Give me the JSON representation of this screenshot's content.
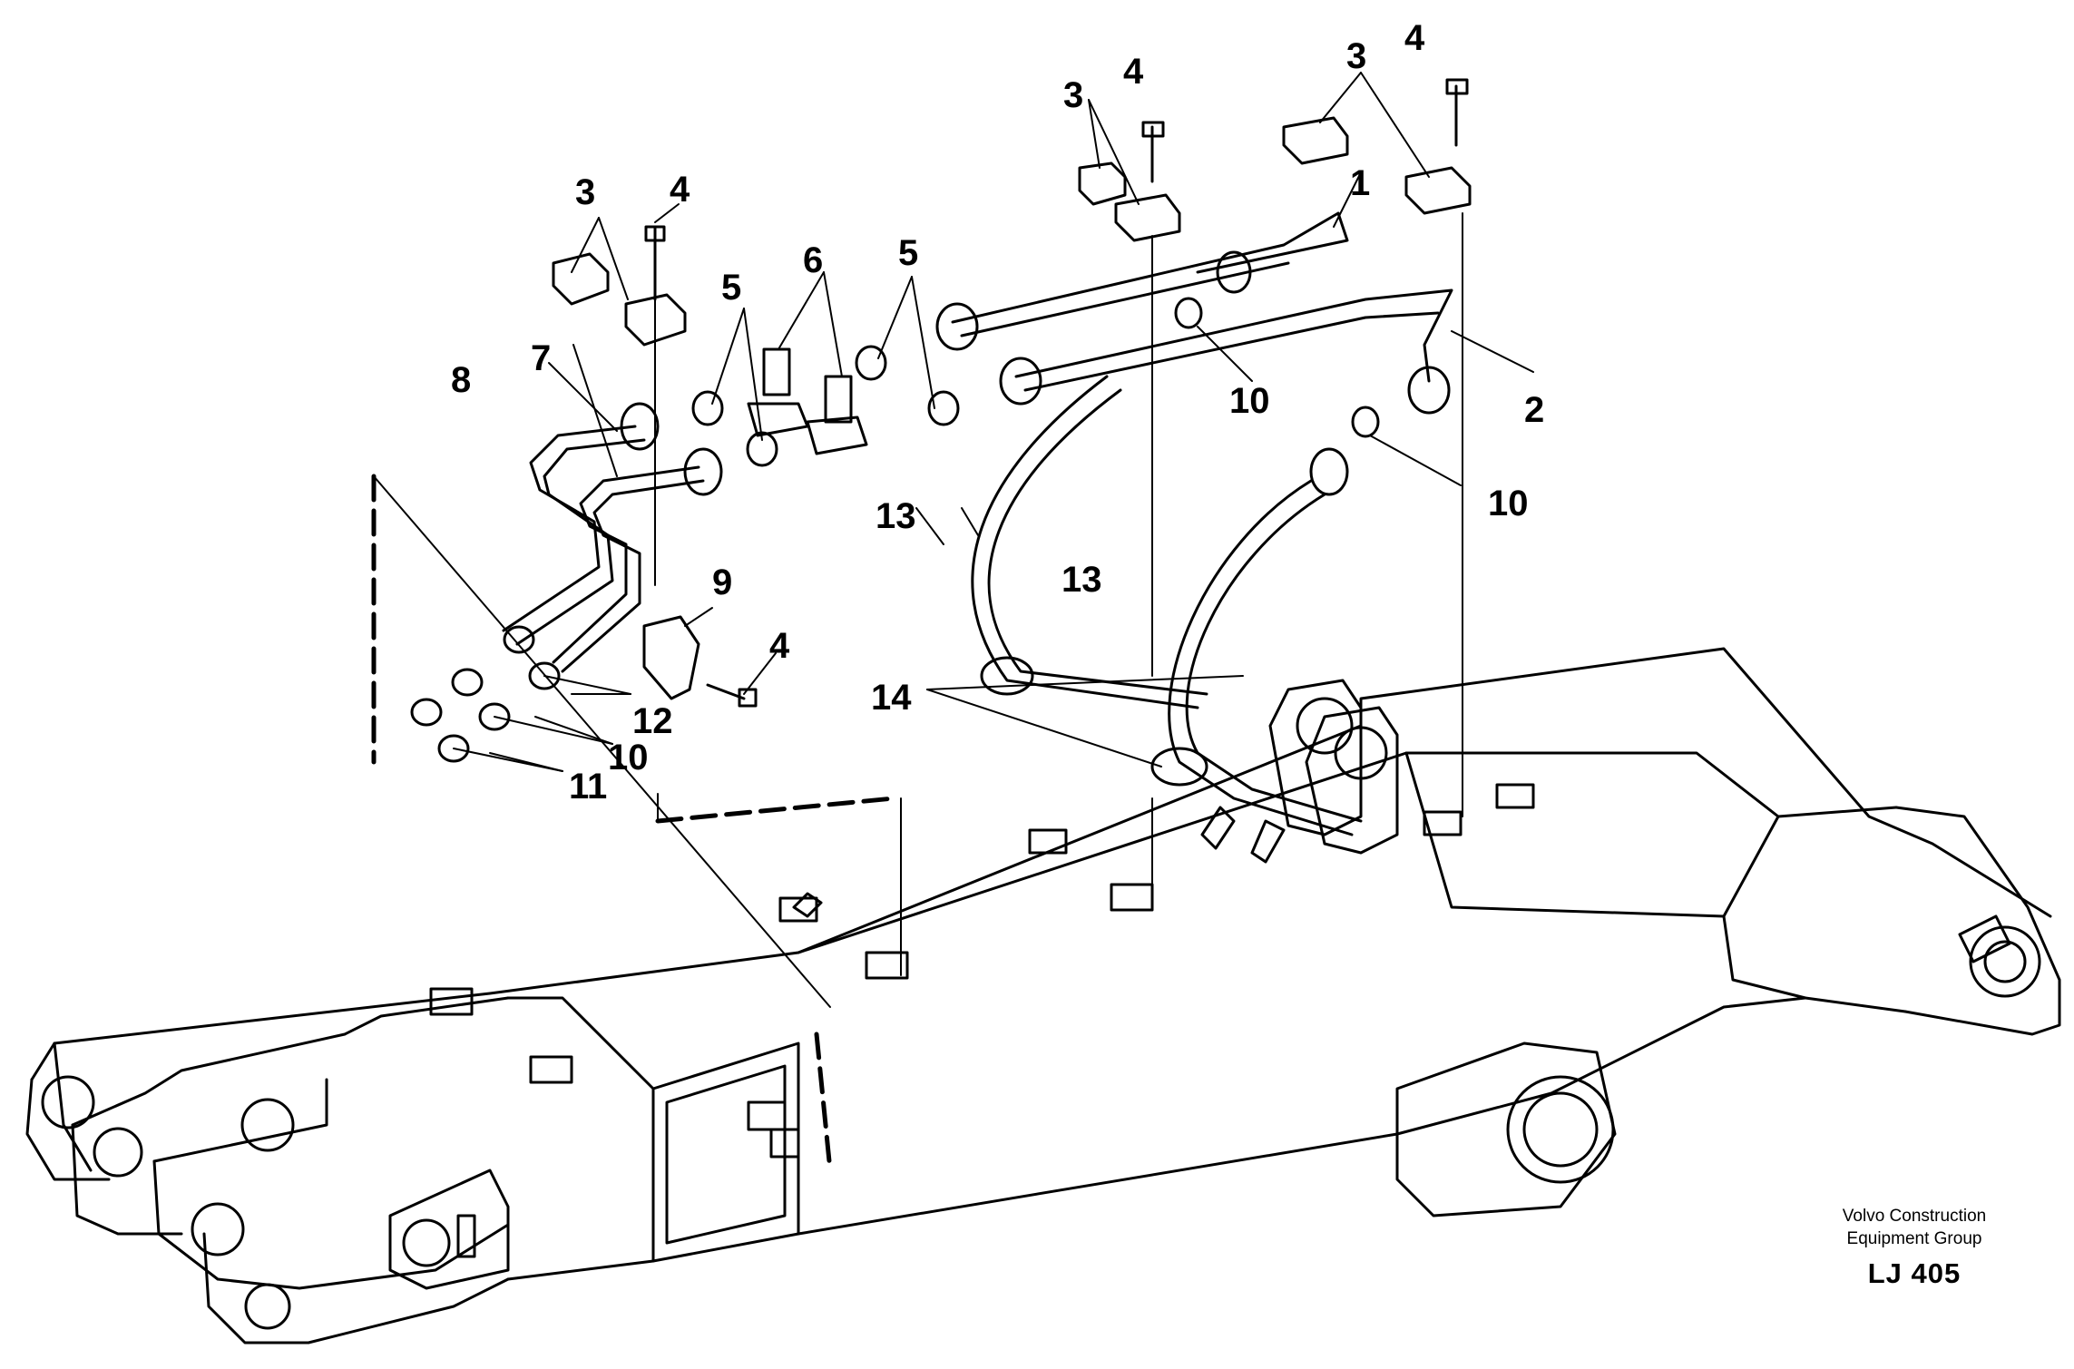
{
  "callouts": [
    {
      "id": "c1",
      "text": "1"
    },
    {
      "id": "c2",
      "text": "2"
    },
    {
      "id": "c3a",
      "text": "3"
    },
    {
      "id": "c3b",
      "text": "3"
    },
    {
      "id": "c3c",
      "text": "3"
    },
    {
      "id": "c4a",
      "text": "4"
    },
    {
      "id": "c4b",
      "text": "4"
    },
    {
      "id": "c4c",
      "text": "4"
    },
    {
      "id": "c4d",
      "text": "4"
    },
    {
      "id": "c5a",
      "text": "5"
    },
    {
      "id": "c5b",
      "text": "5"
    },
    {
      "id": "c6",
      "text": "6"
    },
    {
      "id": "c7",
      "text": "7"
    },
    {
      "id": "c8",
      "text": "8"
    },
    {
      "id": "c9",
      "text": "9"
    },
    {
      "id": "c10a",
      "text": "10"
    },
    {
      "id": "c10b",
      "text": "10"
    },
    {
      "id": "c10c",
      "text": "10"
    },
    {
      "id": "c11",
      "text": "11"
    },
    {
      "id": "c12",
      "text": "12"
    },
    {
      "id": "c13a",
      "text": "13"
    },
    {
      "id": "c13b",
      "text": "13"
    },
    {
      "id": "c14",
      "text": "14"
    }
  ],
  "credit": {
    "line1": "Volvo Construction",
    "line2": "Equipment Group",
    "code": "LJ 405"
  }
}
